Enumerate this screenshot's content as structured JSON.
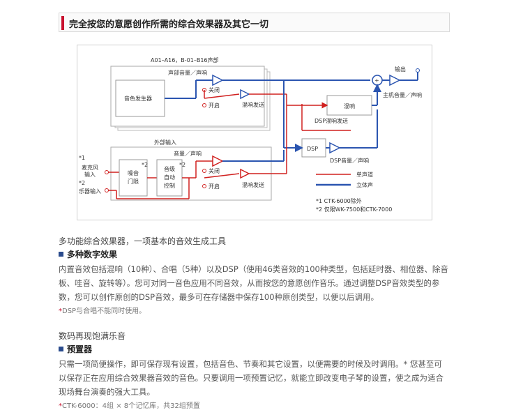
{
  "header": {
    "title": "完全按您的意愿创作所需的综合效果器及其它一切"
  },
  "diagram": {
    "voices_label": "A01–A16，B-01–B16声部",
    "volume_pan_top": "声部音量／声响",
    "tone_generator": "音色发生器",
    "off_top": "关闭",
    "on_top": "开启",
    "reverb_send_top": "混响发送",
    "output": "输出",
    "main_volume": "主机音量／声响",
    "reverb": "混响",
    "dsp_reverb_send": "DSP混响发送",
    "dsp": "DSP",
    "dsp_volume": "DSP音量／声响",
    "ext_input": "外部输入",
    "volume_pan_bottom": "音量／声响",
    "mic_input": "麦克风\n输入",
    "mic_mark": "*1",
    "inst_input": "乐器输入",
    "inst_mark": "*2",
    "noise_gate": "噪音\n门限",
    "noise_mark": "*2",
    "agc": "音级\n自动\n控制",
    "agc_mark": "*2",
    "off_bottom": "关闭",
    "on_bottom": "开启",
    "reverb_send_bottom": "混响发送",
    "legend_mono": "单声道",
    "legend_stereo": "立体声",
    "footnote1": "*1 CTK-6000除外",
    "footnote2": "*2 仅限WK-7500和CTK-7000",
    "colors": {
      "mono": "#d0201f",
      "stereo": "#2b55b0"
    }
  },
  "section1": {
    "subtitle": "多功能综合效果器，一项基本的音效生成工具",
    "heading": "多种数字效果",
    "paragraph": "内置音效包括混响（10种）、合唱（5种）以及DSP（使用46类音效的100种类型，包括延时器、相位器、除音板、哇音、旋转等）。您可对同一音色应用不同音效，从而按您的意愿创作音乐。通过调整DSP音效类型的参数，您可以创作原创的DSP音效，最多可在存储器中保存100种原创类型，以便以后调用。",
    "note": "DSP与合唱不能同时使用。"
  },
  "section2": {
    "subtitle": "数码再现饱满乐音",
    "heading": "预置器",
    "paragraph": "只需一项简便操作，即可保存现有设置，包括音色、节奏和其它设置，以便需要的时候及时调用。* 您甚至可以保存正在应用综合效果器音效的音色。只要调用一项预置记忆，就能立即改变电子琴的设置，使之成为适合现场舞台演奏的强大工具。",
    "note": "CTK-6000：4组 × 8个记忆库，共32组预置"
  }
}
